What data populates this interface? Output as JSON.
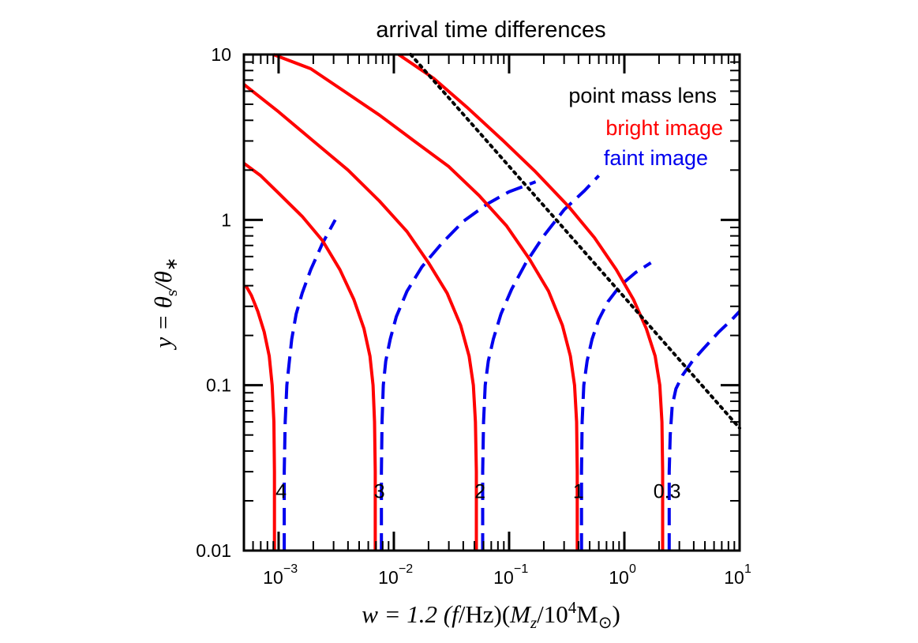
{
  "chart_data": {
    "type": "line",
    "title": "arrival time differences",
    "xlabel": {
      "pre": "w = 1.2 (",
      "f": "f",
      "hz": "/Hz)(",
      "m": "M",
      "z": "z",
      "slash": "/10",
      "four": "4",
      "msun": "M",
      "sun": "⊙",
      "post": ")"
    },
    "ylabel": {
      "pre": "y = θ",
      "s": "s",
      "mid": "/θ",
      "star": "∗"
    },
    "x_scale": "log",
    "y_scale": "log",
    "xlim": [
      0.0005,
      10
    ],
    "ylim": [
      0.01,
      10
    ],
    "x_ticks": [
      {
        "base": "10",
        "exp": "−3",
        "value": 0.001
      },
      {
        "base": "10",
        "exp": "−2",
        "value": 0.01
      },
      {
        "base": "10",
        "exp": "−1",
        "value": 0.1
      },
      {
        "base": "10",
        "exp": "0",
        "value": 1
      },
      {
        "base": "10",
        "exp": "1",
        "value": 10
      }
    ],
    "y_ticks": [
      {
        "label": "0.01",
        "value": 0.01
      },
      {
        "label": "0.1",
        "value": 0.1
      },
      {
        "label": "1",
        "value": 1
      },
      {
        "label": "10",
        "value": 10
      }
    ],
    "legend": {
      "position": "top-right",
      "heading": "point mass lens",
      "entries": [
        {
          "label": "bright image",
          "color": "#ff0000",
          "style": "solid"
        },
        {
          "label": "faint image",
          "color": "#0000ee",
          "style": "dashed"
        }
      ]
    },
    "curve_labels": [
      {
        "label": "4",
        "w": 0.00105
      },
      {
        "label": "3",
        "w": 0.0075
      },
      {
        "label": "2",
        "w": 0.056
      },
      {
        "label": "1",
        "w": 0.4
      },
      {
        "label": "0.3",
        "w": 2.35
      }
    ],
    "series": [
      {
        "group": "4",
        "image": "bright",
        "color": "#ff0000",
        "style": "solid",
        "x": [
          0.00092,
          0.00092,
          0.00091,
          0.00088,
          0.00083,
          0.00075,
          0.00066,
          0.00058,
          0.00052
        ],
        "y": [
          0.01,
          0.03,
          0.06,
          0.1,
          0.15,
          0.21,
          0.28,
          0.35,
          0.4
        ]
      },
      {
        "group": "4",
        "image": "faint",
        "color": "#0000ee",
        "style": "dashed",
        "x": [
          0.00112,
          0.00112,
          0.00114,
          0.00118,
          0.00124,
          0.0013,
          0.00142,
          0.0016,
          0.0019,
          0.0024,
          0.0031
        ],
        "y": [
          0.01,
          0.03,
          0.06,
          0.1,
          0.14,
          0.19,
          0.27,
          0.36,
          0.5,
          0.72,
          1.0
        ]
      },
      {
        "group": "3",
        "image": "bright",
        "color": "#ff0000",
        "style": "solid",
        "x": [
          0.0069,
          0.0069,
          0.0068,
          0.0066,
          0.0062,
          0.0055,
          0.0045,
          0.0034,
          0.0024,
          0.0016,
          0.001,
          0.0007,
          0.0005
        ],
        "y": [
          0.01,
          0.03,
          0.06,
          0.1,
          0.15,
          0.22,
          0.33,
          0.5,
          0.75,
          1.05,
          1.45,
          1.85,
          2.2
        ]
      },
      {
        "group": "3",
        "image": "faint",
        "color": "#0000ee",
        "style": "dashed",
        "x": [
          0.0078,
          0.0078,
          0.0079,
          0.0081,
          0.0085,
          0.0093,
          0.0105,
          0.013,
          0.0175,
          0.026,
          0.04,
          0.065,
          0.1,
          0.17
        ],
        "y": [
          0.01,
          0.03,
          0.06,
          0.1,
          0.14,
          0.19,
          0.26,
          0.37,
          0.52,
          0.72,
          0.98,
          1.25,
          1.48,
          1.7
        ]
      },
      {
        "group": "2",
        "image": "bright",
        "color": "#ff0000",
        "style": "solid",
        "x": [
          0.052,
          0.052,
          0.051,
          0.049,
          0.045,
          0.038,
          0.029,
          0.02,
          0.013,
          0.0075,
          0.004,
          0.002,
          0.001,
          0.0005
        ],
        "y": [
          0.01,
          0.03,
          0.06,
          0.1,
          0.15,
          0.23,
          0.36,
          0.55,
          0.85,
          1.3,
          2.0,
          3.0,
          4.5,
          6.6
        ]
      },
      {
        "group": "2",
        "image": "faint",
        "color": "#0000ee",
        "style": "dashed",
        "x": [
          0.059,
          0.059,
          0.06,
          0.062,
          0.066,
          0.073,
          0.085,
          0.105,
          0.14,
          0.2,
          0.3,
          0.45,
          0.6
        ],
        "y": [
          0.01,
          0.03,
          0.06,
          0.1,
          0.14,
          0.19,
          0.27,
          0.38,
          0.55,
          0.8,
          1.15,
          1.5,
          1.85
        ]
      },
      {
        "group": "1",
        "image": "bright",
        "color": "#ff0000",
        "style": "solid",
        "x": [
          0.39,
          0.39,
          0.385,
          0.37,
          0.34,
          0.29,
          0.22,
          0.15,
          0.095,
          0.055,
          0.03,
          0.015,
          0.0075,
          0.0037,
          0.0019,
          0.0009
        ],
        "y": [
          0.01,
          0.03,
          0.06,
          0.1,
          0.15,
          0.23,
          0.37,
          0.58,
          0.92,
          1.4,
          2.1,
          3.0,
          4.3,
          6.0,
          8.2,
          10.0
        ]
      },
      {
        "group": "1",
        "image": "faint",
        "color": "#0000ee",
        "style": "dashed",
        "x": [
          0.425,
          0.425,
          0.43,
          0.445,
          0.475,
          0.525,
          0.6,
          0.72,
          0.92,
          1.25,
          1.7
        ],
        "y": [
          0.01,
          0.03,
          0.06,
          0.1,
          0.14,
          0.19,
          0.25,
          0.32,
          0.4,
          0.48,
          0.55
        ]
      },
      {
        "group": "0.3",
        "image": "bright",
        "color": "#ff0000",
        "style": "solid",
        "x": [
          2.15,
          2.15,
          2.12,
          2.03,
          1.85,
          1.55,
          1.2,
          0.85,
          0.55,
          0.33,
          0.17,
          0.085,
          0.043,
          0.022,
          0.011
        ],
        "y": [
          0.01,
          0.03,
          0.06,
          0.1,
          0.15,
          0.22,
          0.33,
          0.5,
          0.78,
          1.2,
          1.95,
          3.1,
          4.8,
          7.2,
          10.0
        ]
      },
      {
        "group": "0.3",
        "image": "faint",
        "color": "#0000ee",
        "style": "dashed",
        "x": [
          2.45,
          2.45,
          2.5,
          2.6,
          2.8,
          3.2,
          3.9,
          5.0,
          6.6,
          8.6,
          10.0
        ],
        "y": [
          0.01,
          0.03,
          0.05,
          0.075,
          0.095,
          0.115,
          0.14,
          0.17,
          0.21,
          0.25,
          0.28
        ]
      },
      {
        "group": "limit",
        "image": "boundary",
        "color": "#000000",
        "style": "dotted",
        "x": [
          0.014,
          10.0
        ],
        "y": [
          10.0,
          0.055
        ]
      }
    ]
  }
}
